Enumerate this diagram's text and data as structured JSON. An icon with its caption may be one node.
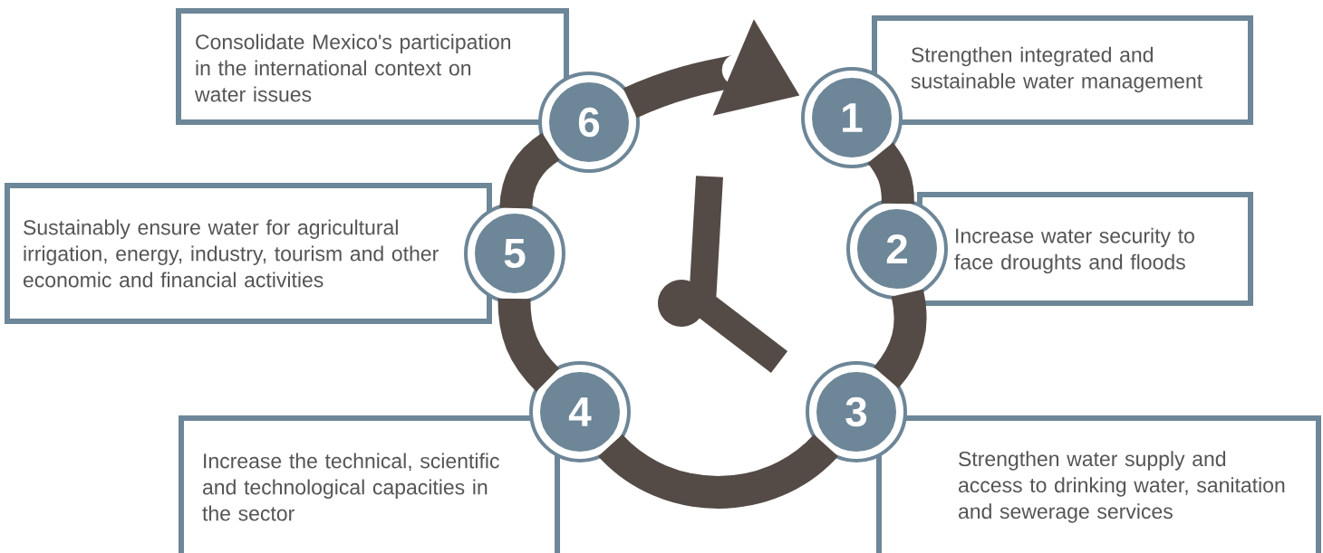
{
  "diagram": {
    "nodes": [
      {
        "text": [
          "1"
        ]
      },
      {
        "text": [
          "Strengthen integrated and sustainable water management"
        ]
      },
      {
        "text": [
          "2"
        ]
      },
      {
        "text": [
          "Increase water security to face droughts and floods"
        ]
      },
      {
        "text": [
          "3"
        ]
      },
      {
        "text": [
          "Strengthen water supply and access to drinking water, sanitation and sewerage services"
        ]
      },
      {
        "text": [
          "4"
        ]
      },
      {
        "text": [
          "Increase the technical, scientific and technological capacities in the sector"
        ]
      },
      {
        "text": [
          "5"
        ]
      },
      {
        "text": [
          "Sustainably ensure water for agricultural irrigation, energy, industry, tourism and other economic and financial activities"
        ]
      },
      {
        "text": [
          "6"
        ]
      },
      {
        "text": [
          "Consolidate Mexico's participation in the international context on water issues"
        ]
      }
    ],
    "edges": [
      {
        "from": 0,
        "to": 2,
        "arrow": "none"
      },
      {
        "from": 2,
        "to": 4,
        "arrow": "none"
      },
      {
        "from": 4,
        "to": 6,
        "arrow": "none"
      },
      {
        "from": 6,
        "to": 8,
        "arrow": "none"
      },
      {
        "from": 8,
        "to": 10,
        "arrow": "none"
      },
      {
        "from": 10,
        "to": 0,
        "arrow": "to"
      }
    ]
  }
}
